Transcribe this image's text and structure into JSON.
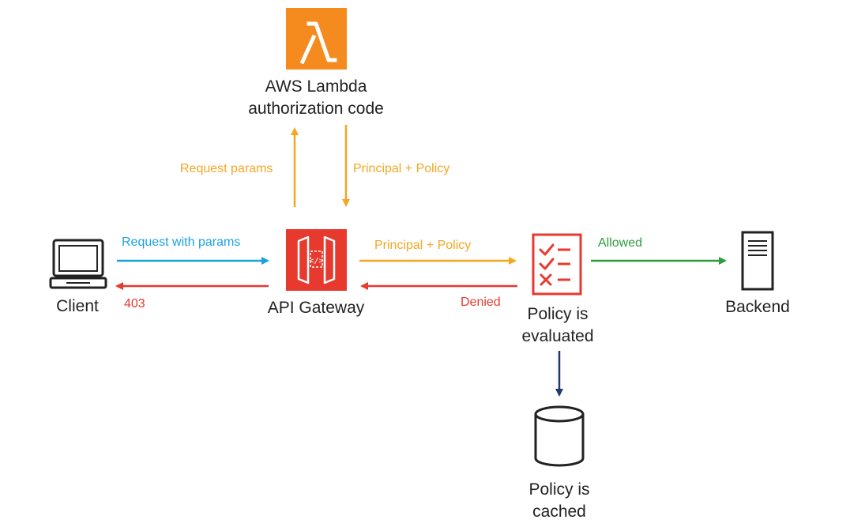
{
  "nodes": {
    "lambda": {
      "label_line1": "AWS Lambda",
      "label_line2": "authorization code",
      "icon": "lambda-icon"
    },
    "client": {
      "label": "Client",
      "icon": "laptop-icon"
    },
    "gateway": {
      "label": "API Gateway",
      "icon": "api-gateway-icon"
    },
    "policy_eval": {
      "label_line1": "Policy is",
      "label_line2": "evaluated",
      "icon": "checklist-icon"
    },
    "backend": {
      "label": "Backend",
      "icon": "server-icon"
    },
    "cache": {
      "label_line1": "Policy is",
      "label_line2": "cached",
      "icon": "database-icon"
    }
  },
  "edges": {
    "request_params": "Request params",
    "principal_policy_up": "Principal + Policy",
    "request_with_params": "Request with params",
    "code_403": "403",
    "principal_policy_mid": "Principal + Policy",
    "denied": "Denied",
    "allowed": "Allowed"
  },
  "colors": {
    "orange": "#F5A623",
    "blue": "#1BA1E2",
    "red": "#E8392F",
    "green": "#2E9B3C",
    "navy": "#1F3A6B",
    "aws_orange": "#F58A1F",
    "dark": "#222222"
  }
}
